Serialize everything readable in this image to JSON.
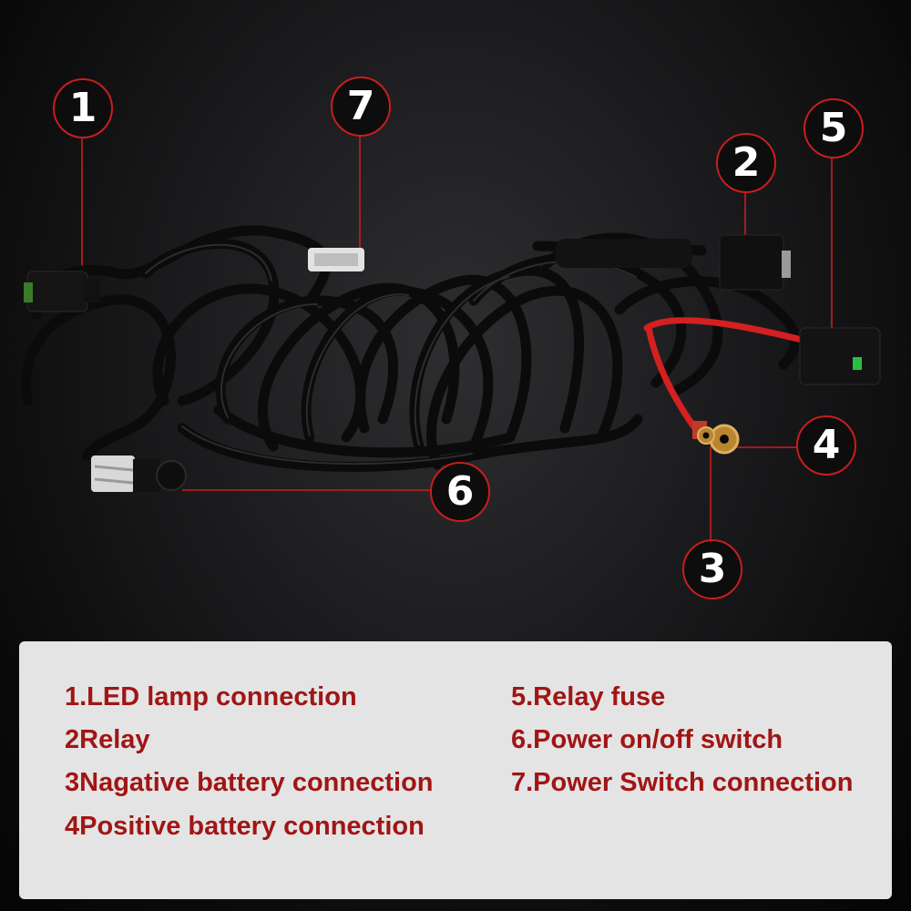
{
  "callouts": [
    "1",
    "2",
    "3",
    "4",
    "5",
    "6",
    "7"
  ],
  "legend": {
    "left": [
      "1.LED lamp connection",
      "2Relay",
      "3Nagative battery connection",
      "4Positive battery connection"
    ],
    "right": [
      "5.Relay fuse",
      "6.Power on/off switch",
      "7.Power Switch connection"
    ]
  },
  "colors": {
    "callout_ring": "#c81e1e",
    "legend_text": "#a11515",
    "legend_bg": "#e4e4e4",
    "positive_wire": "#d42020"
  }
}
